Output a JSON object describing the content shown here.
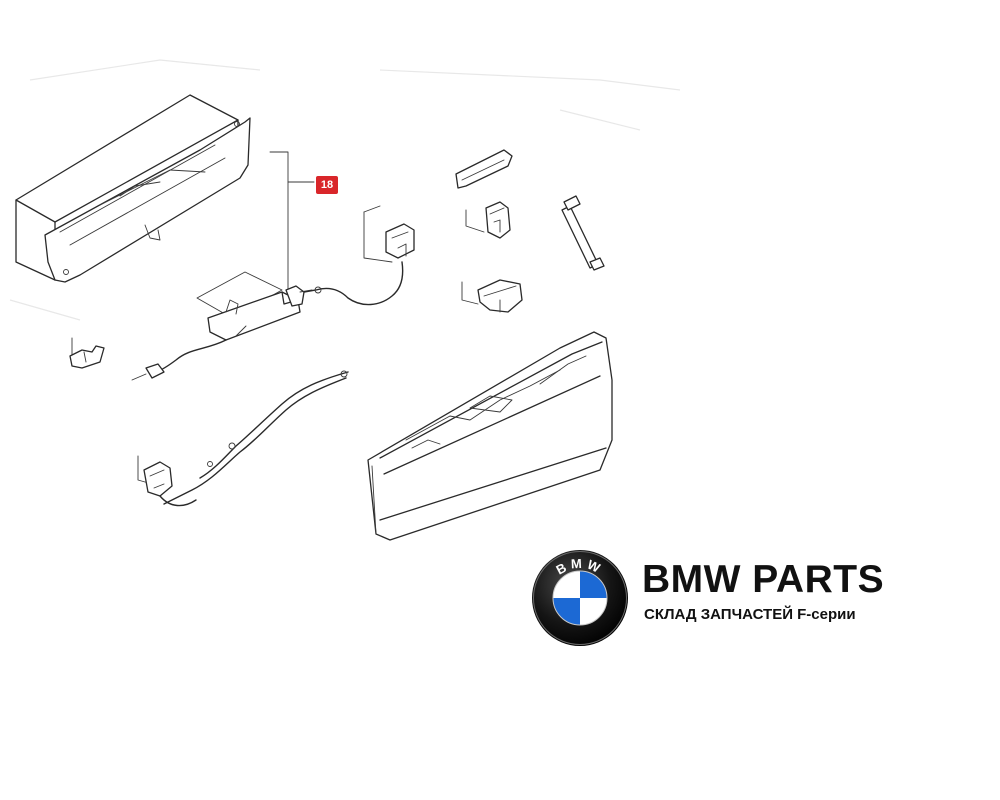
{
  "diagram": {
    "callout": {
      "label": "18",
      "color": "#d9262a"
    }
  },
  "brand": {
    "title": "BMW PARTS",
    "subtitle": "СКЛАД ЗАПЧАСТЕЙ F-серии",
    "logo": {
      "text": "BMW",
      "icon": "bmw-roundel-logo",
      "colors": {
        "ring": "#111111",
        "blue": "#1c69d4",
        "white": "#ffffff"
      }
    }
  }
}
